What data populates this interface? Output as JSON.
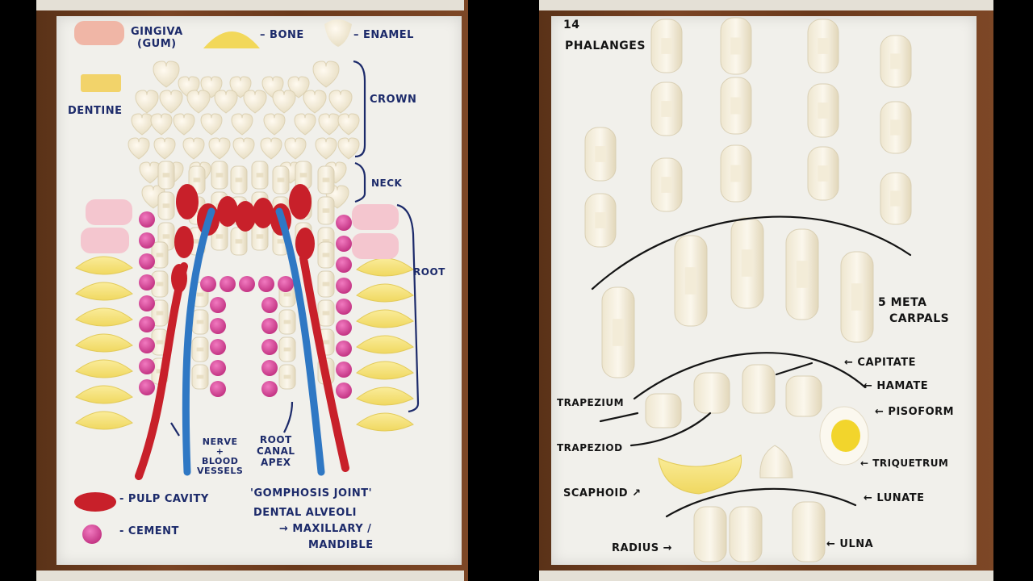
{
  "left_panel": {
    "legend": {
      "gingiva": [
        "GINGIVA",
        "(GUM)"
      ],
      "bone": "BONE",
      "enamel": "ENAMEL",
      "dentine": "DENTINE"
    },
    "regions": {
      "crown": "CROWN",
      "neck": "NECK",
      "root": "ROOT"
    },
    "callouts": {
      "nerve": [
        "NERVE",
        "+",
        "BLOOD",
        "VESSELS"
      ],
      "root_canal": [
        "ROOT",
        "CANAL",
        "APEX"
      ]
    },
    "bottom_legend": {
      "pulp_cavity": "- PULP CAVITY",
      "cement": "- CEMENT"
    },
    "notes": [
      "'GOMPHOSIS JOINT'",
      "DENTAL ALVEOLI",
      "→ MAXILLARY /",
      "MANDIBLE"
    ],
    "colors": {
      "enamel": "#f2ead2",
      "bone": "#f5e27a",
      "gingiva": "#f4c6cf",
      "pulp": "#c8202a",
      "cement": "#cf3f8e",
      "nerve": "#2f78c4",
      "vessel": "#c8202a",
      "ink": "#1c2a6a"
    }
  },
  "right_panel": {
    "title": [
      "14",
      "PHALANGES"
    ],
    "metacarpals": [
      "5 META",
      "CARPALS"
    ],
    "carpals": {
      "capitate": "← CAPITATE",
      "hamate": "← HAMATE",
      "pisoform": "← PISOFORM",
      "triquetrum": "← TRIQUETRUM",
      "lunate": "← LUNATE",
      "trapezium": "TRAPEZIUM",
      "trapeziod": "TRAPEZIOD",
      "scaphoid": "SCAPHOID ↗"
    },
    "forearm": {
      "radius": "RADIUS →",
      "ulna": "← ULNA"
    },
    "colors": {
      "sugar": "#f6f0e0",
      "sugar_edge": "#d9cfb4",
      "ink": "#141414",
      "banana": "#f4e489",
      "egg_yolk": "#f2d52c"
    }
  }
}
